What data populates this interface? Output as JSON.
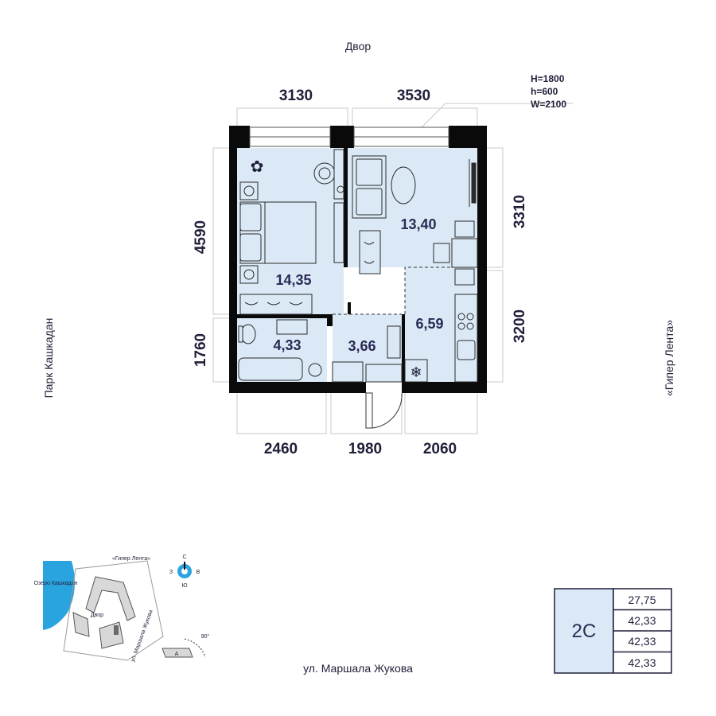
{
  "directions": {
    "top": "Двор",
    "left": "Парк Кашкадан",
    "right": "«Гипер Лента»",
    "bottom": "ул. Маршала Жукова"
  },
  "dimensions": {
    "top_left": "3130",
    "top_right": "3530",
    "left_upper": "4590",
    "left_lower": "1760",
    "right_upper": "3310",
    "right_lower": "3200",
    "bottom_left": "2460",
    "bottom_mid": "1980",
    "bottom_right": "2060"
  },
  "window_spec": {
    "h_big": "H=1800",
    "h_small": "h=600",
    "w": "W=2100"
  },
  "rooms": {
    "bedroom": "14,35",
    "living": "13,40",
    "kitchen": "6,59",
    "bathroom": "4,33",
    "hall": "3,66"
  },
  "site_plan": {
    "lake": "Озеро Кашкадан",
    "store": "«Гипер Лента»",
    "yard": "Двор",
    "street": "ул. Маршала Жукова",
    "building": "А",
    "rotation": "90°",
    "compass": {
      "n": "С",
      "s": "Ю",
      "w": "З",
      "e": "В"
    }
  },
  "apartment": {
    "type": "2С",
    "areas": [
      "27,75",
      "42,33",
      "42,33",
      "42,33"
    ]
  }
}
